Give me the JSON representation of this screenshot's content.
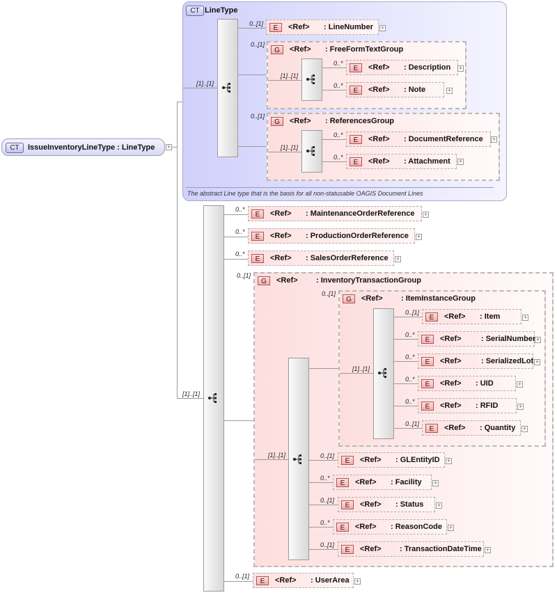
{
  "root": {
    "badge": "CT",
    "label": "IssueInventoryLineType : LineType"
  },
  "linetype": {
    "badge": "CT",
    "title": "LineType",
    "doc": "The abstract Line type that is the basis for all non-statusable OAGIS Document Lines"
  },
  "ref_label": "<Ref>",
  "badges": {
    "element": "E",
    "group": "G"
  },
  "plus": "+",
  "cards": {
    "one": "[1]..[1]",
    "opt": "0..[1]",
    "many": "0..*"
  },
  "elements": {
    "line_number": ": LineNumber",
    "free_form_text_group": ": FreeFormTextGroup",
    "description": ": Description",
    "note": ": Note",
    "references_group": ": ReferencesGroup",
    "document_reference": ": DocumentReference",
    "attachment": ": Attachment",
    "maintenance_order_reference": ": MaintenanceOrderReference",
    "production_order_reference": ": ProductionOrderReference",
    "sales_order_reference": ": SalesOrderReference",
    "inventory_transaction_group": ": InventoryTransactionGroup",
    "item_instance_group": ": ItemInstanceGroup",
    "item": ": Item",
    "serial_number": ": SerialNumber",
    "serialized_lot": ": SerializedLot",
    "uid": ": UID",
    "rfid": ": RFID",
    "quantity": ": Quantity",
    "gl_entity_id": ": GLEntityID",
    "facility": ": Facility",
    "status": ": Status",
    "reason_code": ": ReasonCode",
    "transaction_date_time": ": TransactionDateTime",
    "user_area": ": UserArea"
  },
  "colors": {
    "complex_type_bg": "#d0d0fb",
    "element_bg": "#ffe0e0",
    "wire": "#9a9a9a"
  }
}
